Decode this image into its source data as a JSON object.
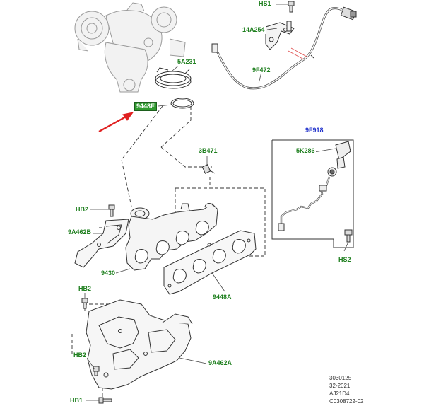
{
  "callouts": {
    "hs1_top": "HS1",
    "c14a254": "14A254",
    "c5a231": "5A231",
    "c9f472": "9F472",
    "c9448e": "9448E",
    "c9f918": "9F918",
    "c5k286": "5K286",
    "c3b471": "3B471",
    "hb2_a": "HB2",
    "c9a462b": "9A462B",
    "c9430": "9430",
    "c9448a": "9448A",
    "hs2": "HS2",
    "hb2_b": "HB2",
    "hb2_c": "HB2",
    "c9a462a": "9A462A",
    "hb1": "HB1"
  },
  "reference": {
    "line1": "3030125",
    "line2": "32-2021",
    "line3": "AJ21D4",
    "line4": "C0308722-02"
  },
  "colors": {
    "callout_text": "#1e7f1e",
    "group_text": "#2233cc",
    "highlight_bg": "#2f9a2f",
    "arrow": "#e02020",
    "line_art": "#333333"
  }
}
